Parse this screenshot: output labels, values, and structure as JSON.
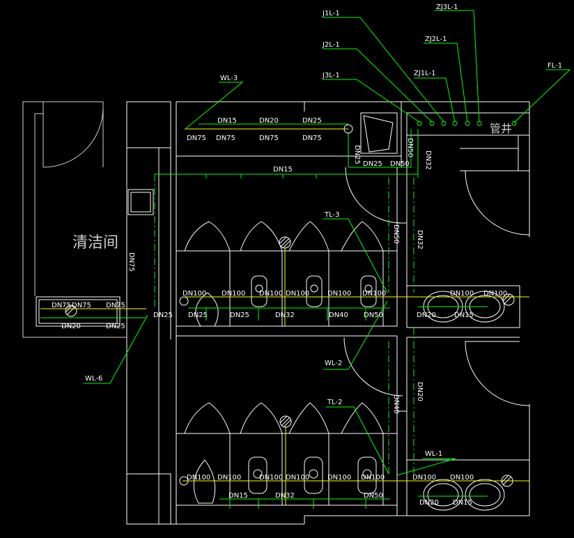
{
  "room_label": "清洁间",
  "shaft_label": "管井",
  "tags": {
    "j1l1": "J1L-1",
    "j2l1": "J2L-1",
    "j3l1": "J3L-1",
    "zj1l1": "ZJ1L-1",
    "zj2l1": "ZJ2L-1",
    "zj3l1": "ZJ3L-1",
    "fl1": "FL-1",
    "wl3": "WL-3",
    "tl3": "TL-3",
    "wl2": "WL-2",
    "wl6": "WL-6",
    "tl2": "TL-2",
    "wl1": "WL-1"
  },
  "pipe_labels": {
    "top_dn15a": "DN15",
    "top_dn20": "DN20",
    "top_dn25": "DN25",
    "top_dn75a": "DN75",
    "top_dn75b": "DN75",
    "top_dn75c": "DN75",
    "top_dn75d": "DN75",
    "top_dn25v": "DN25",
    "top_dn25h": "DN25",
    "top_dn50h": "DN50",
    "shaft_dn50": "DN50",
    "shaft_dn32": "DN32",
    "main_dn15": "DN15",
    "left_dn75v": "DN75",
    "vert_dn50": "DN50",
    "vert_dn32": "DN32",
    "mid_dn100_1": "DN100",
    "mid_dn100_2": "DN100",
    "mid_dn100_3": "DN100",
    "mid_dn100_4": "DN100",
    "mid_dn100_5": "DN100",
    "mid_dn100_6": "DN100",
    "mid_dn25_1": "DN25",
    "mid_dn25_2": "DN25",
    "mid_dn32": "DN32",
    "mid_dn40": "DN40",
    "mid_dn50": "DN50",
    "mid_r_dn100a": "DN100",
    "mid_r_dn100b": "DN100",
    "mid_r_dn20": "DN20",
    "mid_r_dn15": "DN15",
    "clean_dn75a": "DN75",
    "clean_dn75b": "DN75",
    "clean_dn75c": "DN75",
    "clean_dn20": "DN20",
    "clean_dn25a": "DN25",
    "clean_dn25b": "DN25",
    "low_vert_dn40": "DN40",
    "low_vert_dn20": "DN20",
    "bot_dn100_1": "DN100",
    "bot_dn100_2": "DN100",
    "bot_dn100_3": "DN100",
    "bot_dn100_4": "DN100",
    "bot_dn100_5": "DN100",
    "bot_dn100_6": "DN100",
    "bot_dn100_7": "DN100",
    "bot_dn100_8": "DN100",
    "bot_dn15": "DN15",
    "bot_dn32": "DN32",
    "bot_dn50": "DN50",
    "bot_r_dn20": "DN20",
    "bot_r_dn15": "DN15"
  },
  "colors": {
    "background": "#000000",
    "walls": "#ffffff",
    "water_pipe": "#00ff00",
    "drain_pipe": "#ffff00",
    "text": "#ffffff"
  }
}
